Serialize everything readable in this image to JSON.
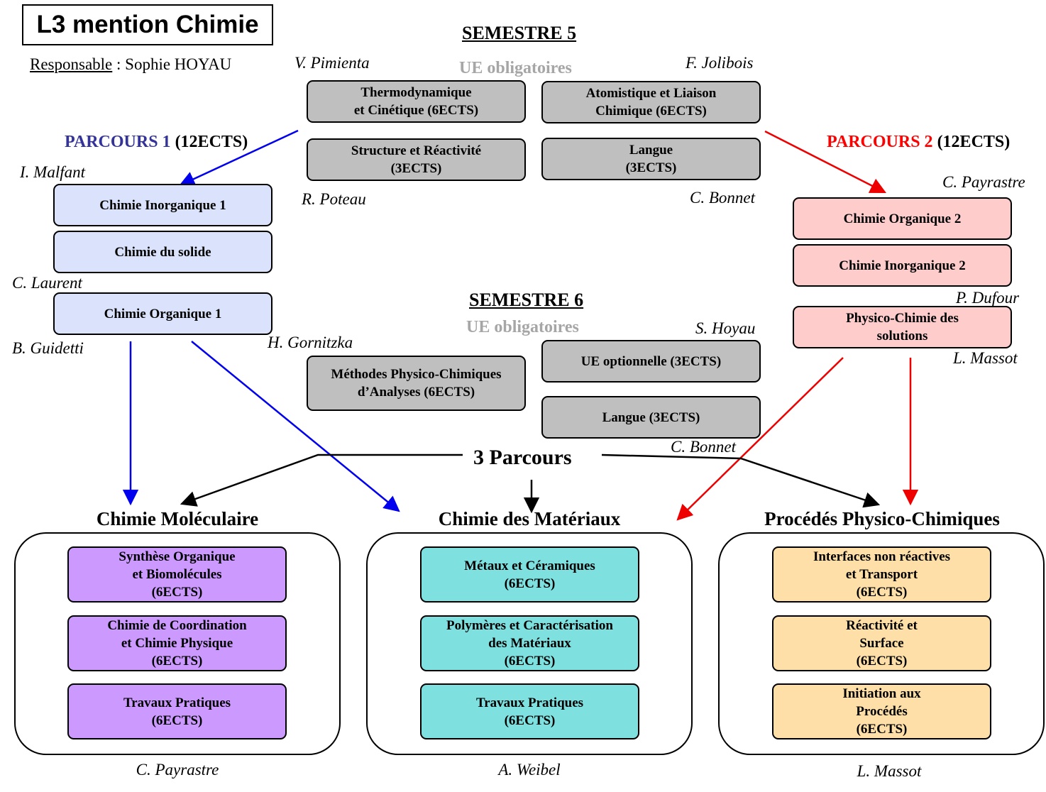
{
  "title": "L3 mention Chimie",
  "responsable": {
    "label": "Responsable",
    "separator": " : ",
    "name": "Sophie HOYAU"
  },
  "semestre5": {
    "title": "SEMESTRE 5",
    "subtitle": "UE obligatoires",
    "ue": [
      {
        "label": "Thermodynamique\net Cinétique (6ECTS)",
        "teacher": "V. Pimienta"
      },
      {
        "label": "Atomistique et Liaison\nChimique (6ECTS)",
        "teacher": "F. Jolibois"
      },
      {
        "label": "Structure et Réactivité\n(3ECTS)",
        "teacher": "R. Poteau"
      },
      {
        "label": "Langue\n(3ECTS)",
        "teacher": "C. Bonnet"
      }
    ]
  },
  "parcours1": {
    "name": "PARCOURS 1",
    "ects": " (12ECTS)",
    "color": "#333399",
    "ue": [
      {
        "label": "Chimie Inorganique 1",
        "teacher": "I. Malfant"
      },
      {
        "label": "Chimie du solide",
        "teacher": "C. Laurent"
      },
      {
        "label": "Chimie Organique 1",
        "teacher": "B. Guidetti"
      }
    ]
  },
  "parcours2": {
    "name": "PARCOURS 2",
    "ects": " (12ECTS)",
    "color": "#ff0000",
    "ue": [
      {
        "label": "Chimie Organique 2",
        "teacher": "C. Payrastre"
      },
      {
        "label": "Chimie Inorganique 2",
        "teacher": "P. Dufour"
      },
      {
        "label": "Physico-Chimie des\nsolutions",
        "teacher": "L. Massot"
      }
    ]
  },
  "semestre6": {
    "title": "SEMESTRE 6",
    "subtitle": "UE obligatoires",
    "ue": [
      {
        "label": "Méthodes Physico-Chimiques\nd’Analyses (6ECTS)",
        "teacher": "H. Gornitzka"
      },
      {
        "label": "UE optionnelle (3ECTS)",
        "teacher": "S. Hoyau"
      },
      {
        "label": "Langue (3ECTS)",
        "teacher": "C. Bonnet"
      }
    ]
  },
  "trois_parcours": "3 Parcours",
  "tracks": [
    {
      "title": "Chimie Moléculaire",
      "responsable": "C. Payrastre",
      "color": "#cc99ff",
      "ue": [
        "Synthèse Organique\net Biomolécules\n(6ECTS)",
        "Chimie de Coordination\net Chimie Physique\n(6ECTS)",
        "Travaux Pratiques\n(6ECTS)"
      ]
    },
    {
      "title": "Chimie des Matériaux",
      "responsable": "A. Weibel",
      "color": "#7fe0e0",
      "ue": [
        "Métaux et Céramiques\n(6ECTS)",
        "Polymères et Caractérisation\ndes Matériaux\n(6ECTS)",
        "Travaux Pratiques\n(6ECTS)"
      ]
    },
    {
      "title": "Procédés Physico-Chimiques",
      "responsable": "L. Massot",
      "color": "#ffdfa8",
      "ue": [
        "Interfaces non réactives\net Transport\n(6ECTS)",
        "Réactivité et\nSurface\n(6ECTS)",
        "Initiation aux\nProcédés\n(6ECTS)"
      ]
    }
  ]
}
